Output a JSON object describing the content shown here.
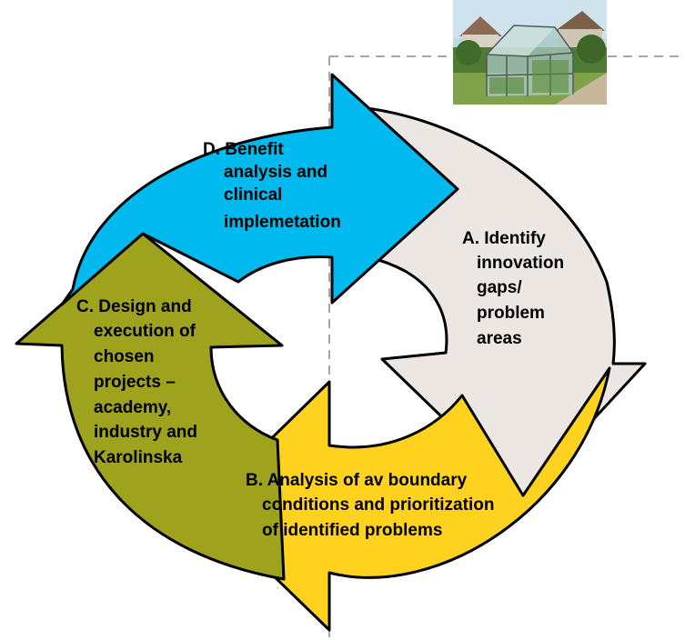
{
  "colors": {
    "segment_a": "#ECE7E2",
    "segment_b": "#FFD21F",
    "segment_c": "#9EA21C",
    "segment_d": "#00B9EE",
    "outline": "#000000",
    "dashed_line": "#A6A6A6"
  },
  "segments": {
    "a": {
      "lines": [
        "A. Identify",
        "innovation",
        "gaps/",
        "problem",
        "areas"
      ]
    },
    "b": {
      "lines": [
        "B. Analysis of av boundary",
        "conditions and prioritization",
        "of identified problems"
      ]
    },
    "c": {
      "lines": [
        "C.  Design and",
        "execution of",
        "chosen",
        "projects –",
        "academy,",
        "industry and",
        "Karolinska"
      ]
    },
    "d": {
      "lines": [
        "D. Benefit",
        "analysis and",
        "clinical",
        "implemetation"
      ]
    }
  },
  "photo": {
    "icon": "greenhouse-photo"
  }
}
